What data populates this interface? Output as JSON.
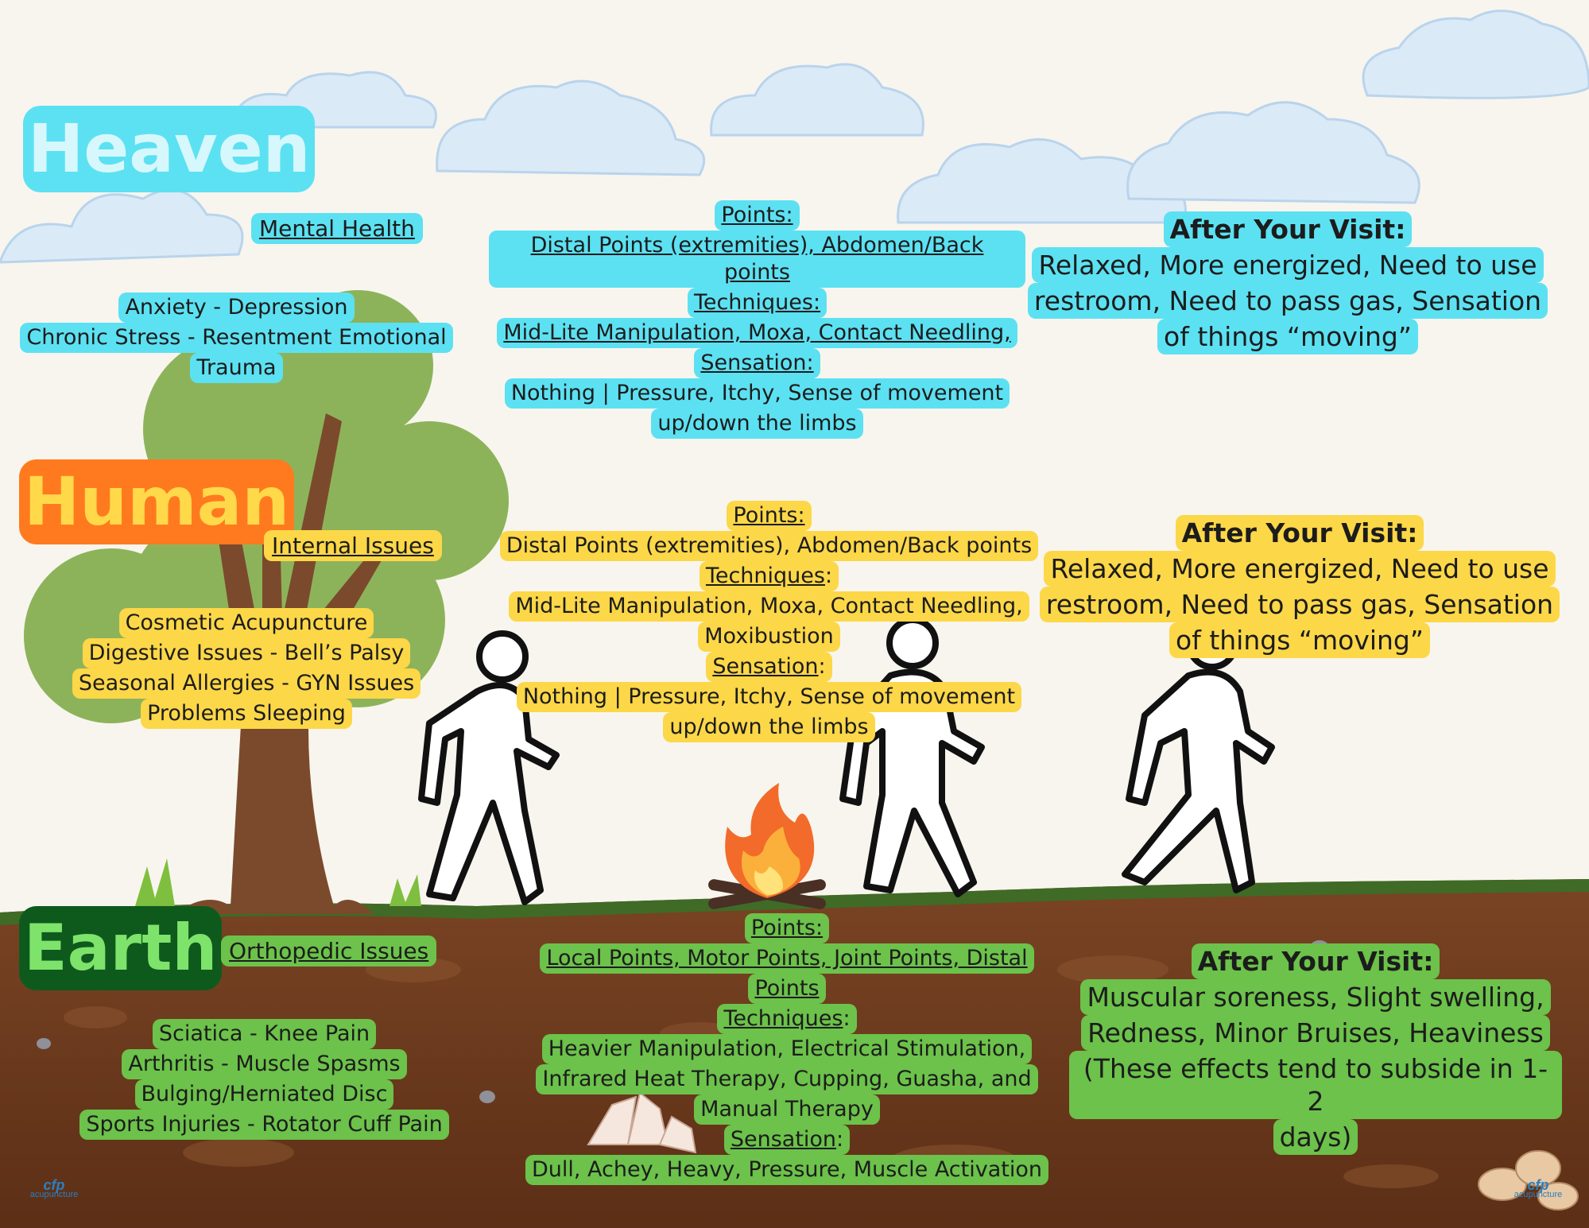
{
  "sections": {
    "heaven": {
      "title": "Heaven",
      "category": "Mental Health",
      "conditions": [
        "Anxiety - Depression",
        "Chronic Stress - Resentment Emotional",
        "Trauma"
      ],
      "points_label": "Points:",
      "points": "Distal Points (extremities), Abdomen/Back points",
      "techniques_label": "Techniques:",
      "techniques": "Mid-Lite Manipulation, Moxa, Contact Needling,",
      "sensation_label": "Sensation:",
      "sensation": [
        "Nothing | Pressure, Itchy, Sense of movement",
        "up/down the limbs"
      ],
      "after_label": "After Your Visit:",
      "after": [
        "Relaxed, More energized, Need to use",
        "restroom, Need to pass gas, Sensation",
        "of things “moving”"
      ]
    },
    "human": {
      "title": "Human",
      "category": "Internal Issues",
      "conditions": [
        "Cosmetic Acupuncture",
        "Digestive Issues - Bell’s Palsy",
        "Seasonal Allergies - GYN Issues",
        "Problems Sleeping"
      ],
      "points_label": "Points:",
      "points": "Distal Points (extremities), Abdomen/Back points",
      "techniques_label": "Techniques",
      "techniques": [
        "Mid-Lite Manipulation, Moxa, Contact Needling,",
        "Moxibustion"
      ],
      "sensation_label": "Sensation",
      "sensation": [
        "Nothing | Pressure, Itchy, Sense of movement",
        "up/down the limbs"
      ],
      "after_label": "After Your Visit:",
      "after": [
        "Relaxed, More energized, Need to use",
        "restroom, Need to pass gas, Sensation",
        "of things “moving”"
      ]
    },
    "earth": {
      "title": "Earth",
      "category": "Orthopedic Issues",
      "conditions": [
        "Sciatica - Knee Pain",
        "Arthritis - Muscle Spasms",
        "Bulging/Herniated Disc",
        "Sports Injuries - Rotator Cuff Pain"
      ],
      "points_label": "Points:",
      "points": [
        "Local Points, Motor Points, Joint Points, Distal",
        "Points"
      ],
      "techniques_label": "Techniques",
      "techniques": [
        "Heavier Manipulation, Electrical Stimulation,",
        "Infrared Heat Therapy, Cupping, Guasha, and",
        "Manual Therapy"
      ],
      "sensation_label": "Sensation",
      "sensation": "Dull, Achey, Heavy, Pressure, Muscle Activation",
      "after_label": "After Your Visit:",
      "after": [
        "Muscular soreness, Slight swelling,",
        "Redness, Minor Bruises, Heaviness",
        "(These effects tend to subside in 1-2",
        "days)"
      ]
    }
  },
  "logo": {
    "mark": "cfp",
    "text": "acupuncture"
  },
  "icons": [
    "cloud-icon",
    "tree-icon",
    "walking-person-icon",
    "campfire-icon",
    "crystal-icon",
    "rock-icon"
  ],
  "colors": {
    "heaven": "#5ce1f2",
    "human": "#fcd748",
    "earth": "#6cc24a",
    "soil": "#6b3a1c",
    "grass": "#3f6b26"
  }
}
